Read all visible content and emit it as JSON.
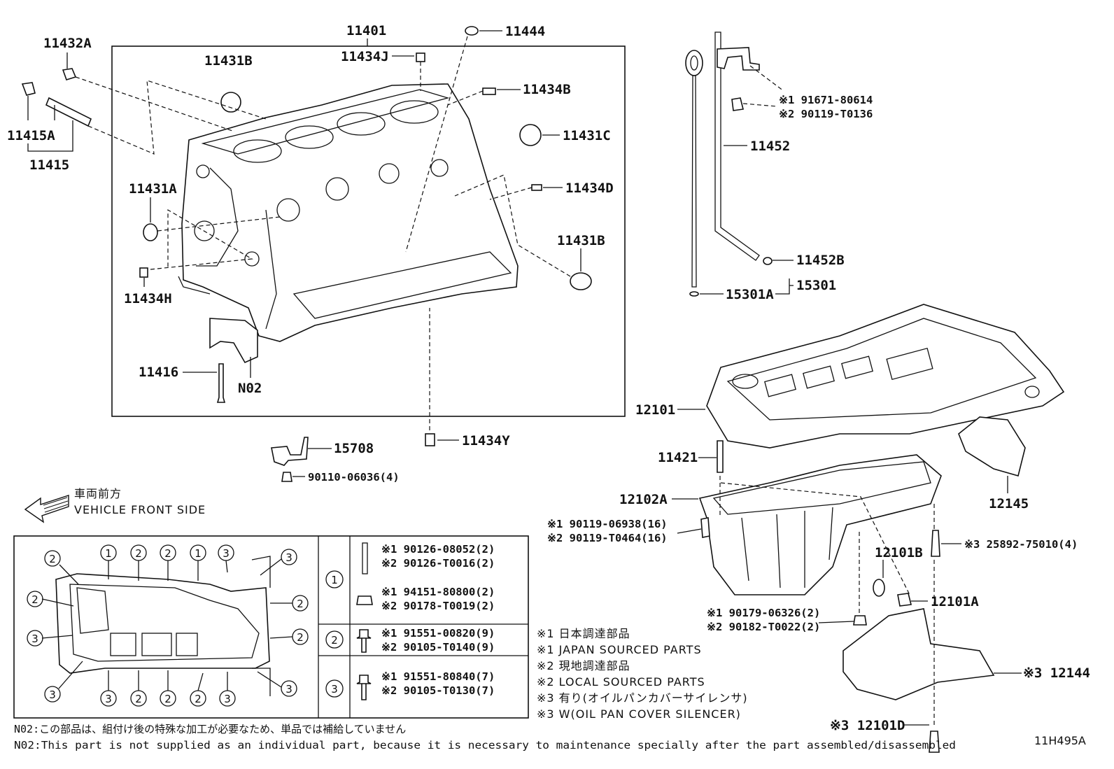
{
  "diagram_id": "11H495A",
  "block_parts": {
    "p11401": "11401",
    "p11444": "11444",
    "p11434J": "11434J",
    "p11431B_top": "11431B",
    "p11434B": "11434B",
    "p11431C": "11431C",
    "p11434D": "11434D",
    "p11431B_right": "11431B",
    "p11431A": "11431A",
    "p11434H": "11434H",
    "p11416": "11416",
    "pN02": "N02",
    "p11432A": "11432A",
    "p11415A": "11415A",
    "p11415": "11415",
    "p11434Y": "11434Y",
    "p15708": "15708",
    "p90110": "90110-06036(4)"
  },
  "dipstick_parts": {
    "ref1": "※1 91671-80614",
    "ref2": "※2 90119-T0136",
    "p11452": "11452",
    "p11452B": "11452B",
    "p15301A": "15301A",
    "p15301": "15301"
  },
  "pan_parts": {
    "p12101": "12101",
    "p11421": "11421",
    "p12102A": "12102A",
    "p12145": "12145",
    "bolt1": "※1 90119-06938(16)",
    "bolt2": "※2 90119-T0464(16)",
    "stud3": "※3 25892-75010(4)",
    "p12101B": "12101B",
    "p12101A": "12101A",
    "nut1": "※1 90179-06326(2)",
    "nut2": "※2 90182-T0022(2)",
    "p12144": "※3 12144",
    "p12101D": "※3 12101D"
  },
  "front": {
    "jp": "車両前方",
    "en": "VEHICLE FRONT SIDE"
  },
  "bolt_table": {
    "row1": {
      "marker": "1",
      "a1": "※1 90126-08052(2)",
      "a2": "※2 90126-T0016(2)",
      "b1": "※1 94151-80800(2)",
      "b2": "※2 90178-T0019(2)"
    },
    "row2": {
      "marker": "2",
      "a1": "※1 91551-00820(9)",
      "a2": "※2 90105-T0140(9)"
    },
    "row3": {
      "marker": "3",
      "a1": "※1 91551-80840(7)",
      "a2": "※2 90105-T0130(7)"
    }
  },
  "layout_markers": {
    "top": [
      "1",
      "2",
      "2",
      "1",
      "3"
    ],
    "bottom": [
      "3",
      "2",
      "2",
      "2",
      "3"
    ],
    "left": [
      "2",
      "2",
      "3",
      "3"
    ],
    "right": [
      "3",
      "2",
      "2",
      "3"
    ]
  },
  "legend": [
    "※1 日本調達部品",
    "※1 JAPAN SOURCED PARTS",
    "※2 現地調達部品",
    "※2 LOCAL SOURCED PARTS",
    "※3 有り(オイルパンカバーサイレンサ)",
    "※3 W(OIL PAN COVER SILENCER)"
  ],
  "notes": {
    "jp": "N02:この部品は、組付け後の特殊な加工が必要なため、単品では補給していません",
    "en": "N02:This part is not supplied as an individual part, because it is necessary to maintenance specially after the part assembled/disassembled"
  }
}
